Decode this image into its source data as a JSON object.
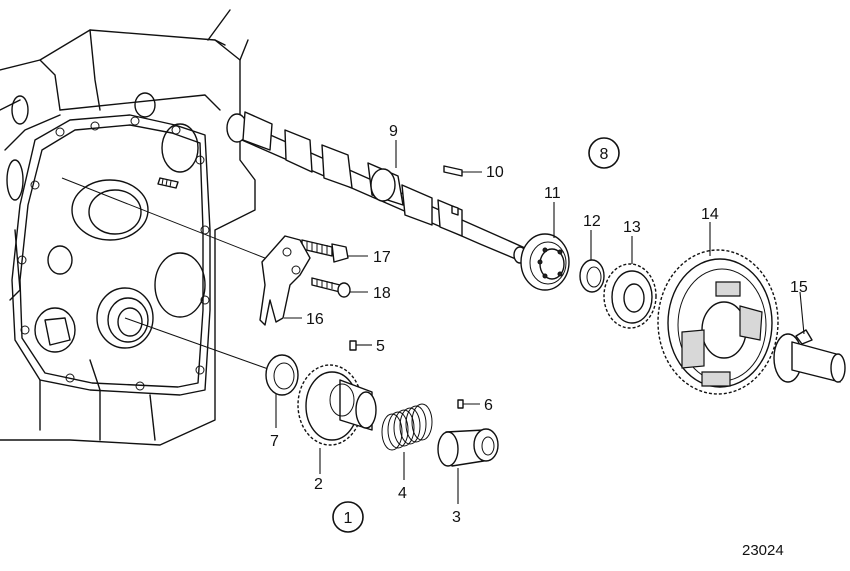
{
  "callouts": {
    "c1": "1",
    "c2": "2",
    "c3": "3",
    "c4": "4",
    "c5": "5",
    "c6": "6",
    "c7": "7",
    "c8": "8",
    "c9": "9",
    "c10": "10",
    "c11": "11",
    "c12": "12",
    "c13": "13",
    "c14": "14",
    "c15": "15",
    "c16": "16",
    "c17": "17",
    "c18": "18"
  },
  "reference_number": "23024"
}
